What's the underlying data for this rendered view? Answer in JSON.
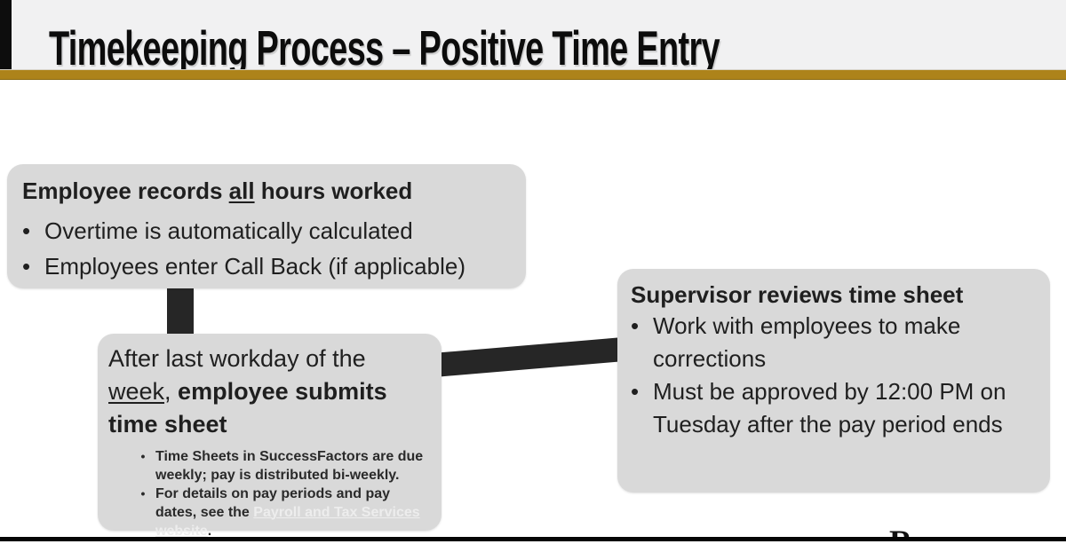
{
  "slide": {
    "title": "Timekeeping Process – Positive Time Entry",
    "logo_letter": "R",
    "colors": {
      "gold_bar": "#ad831a",
      "box_background": "#d9d9d9",
      "connector": "#262626",
      "header_background": "#f1f1f2",
      "link_text": "#ededed"
    }
  },
  "ui": {
    "bullet": "•"
  },
  "boxes": {
    "employee_records": {
      "heading_pre": "Employee records ",
      "heading_underlined": "all",
      "heading_post": " hours worked",
      "bullets": [
        "Overtime is automatically calculated",
        "Employees enter Call Back (if applicable)"
      ]
    },
    "employee_submits": {
      "heading_pre": "After last workday of the ",
      "heading_underlined": "week",
      "heading_mid": ", ",
      "heading_bold": "employee submits time sheet",
      "sub_bullet_1": "Time Sheets in SuccessFactors are due weekly; pay is distributed bi-weekly.",
      "sub_bullet_2_pre": "For details on pay periods and pay dates, see the ",
      "sub_bullet_2_link": "Payroll and Tax Services website",
      "sub_bullet_2_suffix": "."
    },
    "supervisor_reviews": {
      "heading": "Supervisor reviews time sheet",
      "bullets": [
        "Work with employees to make corrections",
        "Must be approved by 12:00 PM on Tuesday after the pay period ends"
      ]
    }
  }
}
